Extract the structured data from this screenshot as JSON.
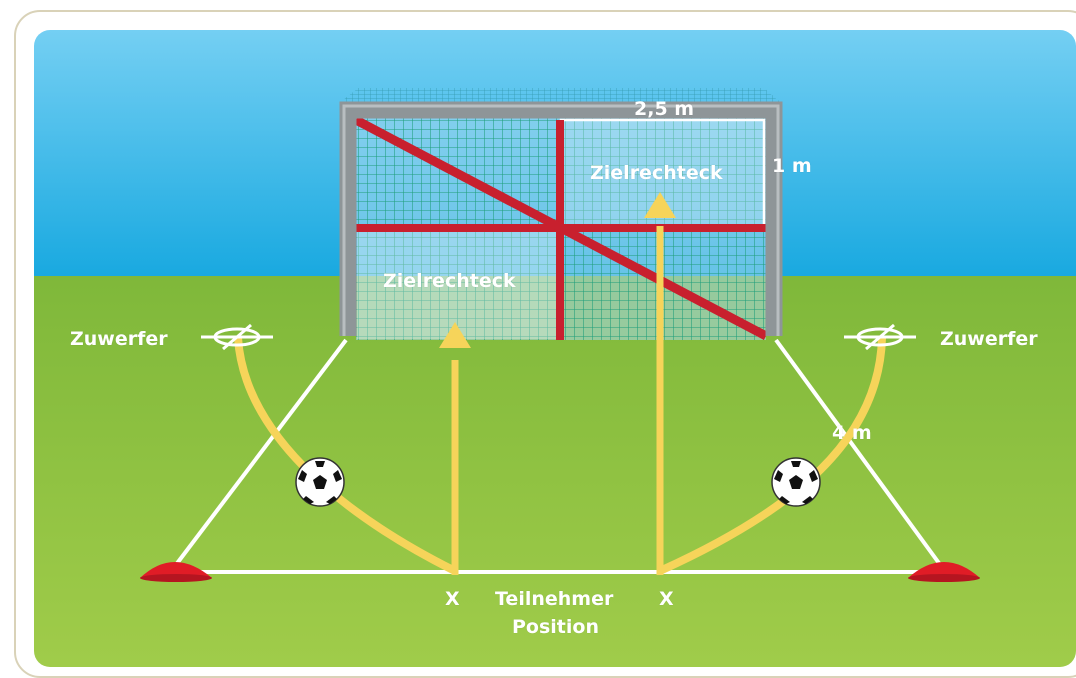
{
  "labels": {
    "target_upper": "Zielrechteck",
    "target_lower": "Zielrechteck",
    "width": "2,5 m",
    "height": "1 m",
    "thrower_left": "Zuwerfer",
    "thrower_right": "Zuwerfer",
    "distance": "4 m",
    "x_left": "X",
    "x_right": "X",
    "participant_line1": "Teilnehmer",
    "participant_line2": "Position"
  },
  "colors": {
    "sky_top": "#74cff3",
    "sky_bottom": "#19a9e0",
    "grass": "#8cc23c",
    "goal_frame": "#8e9598",
    "net": "#1e9e7a",
    "red_lines": "#c8202e",
    "arrows": "#f6d45a",
    "cones": "#e01c26",
    "field_lines": "#ffffff"
  },
  "icons": [
    "soccer-ball-icon",
    "thrower-marker-icon",
    "cone-icon"
  ]
}
